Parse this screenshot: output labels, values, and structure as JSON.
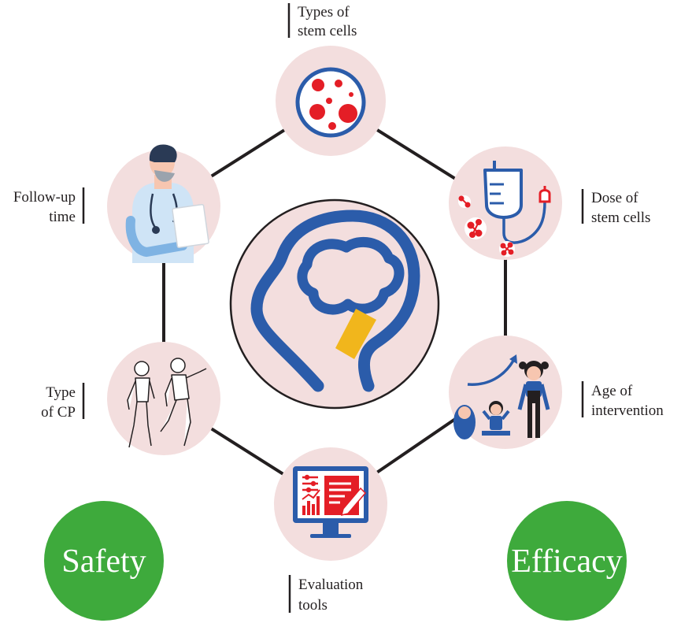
{
  "factors": {
    "types": {
      "line1": "Types of",
      "line2": "stem cells"
    },
    "dose": {
      "line1": "Dose of",
      "line2": "stem cells"
    },
    "age": {
      "line1": "Age of",
      "line2": "intervention"
    },
    "evaluation": {
      "line1": "Evaluation",
      "line2": "tools"
    },
    "cp": {
      "line1": "Type",
      "line2": "of CP"
    },
    "followup": {
      "line1": "Follow-up",
      "line2": "time"
    }
  },
  "outcomes": {
    "safety": "Safety",
    "efficacy": "Efficacy"
  },
  "colors": {
    "node_fill": "#f3dede",
    "center_fill": "#f3dede",
    "brain_blue": "#2b5caa",
    "highlight_orange": "#f1b61c",
    "cell_red": "#e41e26",
    "outcome_green": "#3eaa3c",
    "line_dark": "#231f20"
  }
}
